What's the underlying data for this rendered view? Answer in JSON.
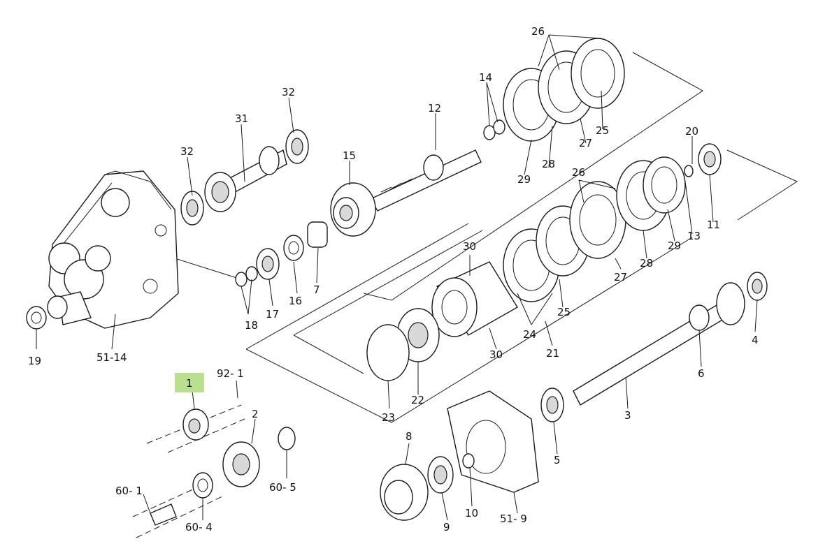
{
  "diagram": {
    "highlight_color": "#b9e08f",
    "line_color": "#1a1a1a",
    "labels": {
      "p26a": "26",
      "p14": "14",
      "p12": "12",
      "p32a": "32",
      "p31": "31",
      "p32b": "32",
      "p15": "15",
      "p20": "20",
      "p29a": "29",
      "p28a": "28",
      "p27a": "27",
      "p25a": "25",
      "p26b": "26",
      "p13": "13",
      "p11": "11",
      "p29b": "29",
      "p28b": "28",
      "p27b": "27",
      "p30a": "30",
      "p30b": "30",
      "p25b": "25",
      "p24": "24",
      "p21": "21",
      "p18": "18",
      "p17": "17",
      "p16": "16",
      "p7": "7",
      "p19": "19",
      "p51_14": "51-14",
      "p23": "23",
      "p22": "22",
      "p4": "4",
      "p6": "6",
      "p3": "3",
      "p1": "1",
      "p92_1": "92- 1",
      "p2": "2",
      "p60_5": "60- 5",
      "p8": "8",
      "p5": "5",
      "p60_1": "60- 1",
      "p60_4": "60- 4",
      "p9": "9",
      "p10": "10",
      "p51_9": "51- 9"
    }
  }
}
